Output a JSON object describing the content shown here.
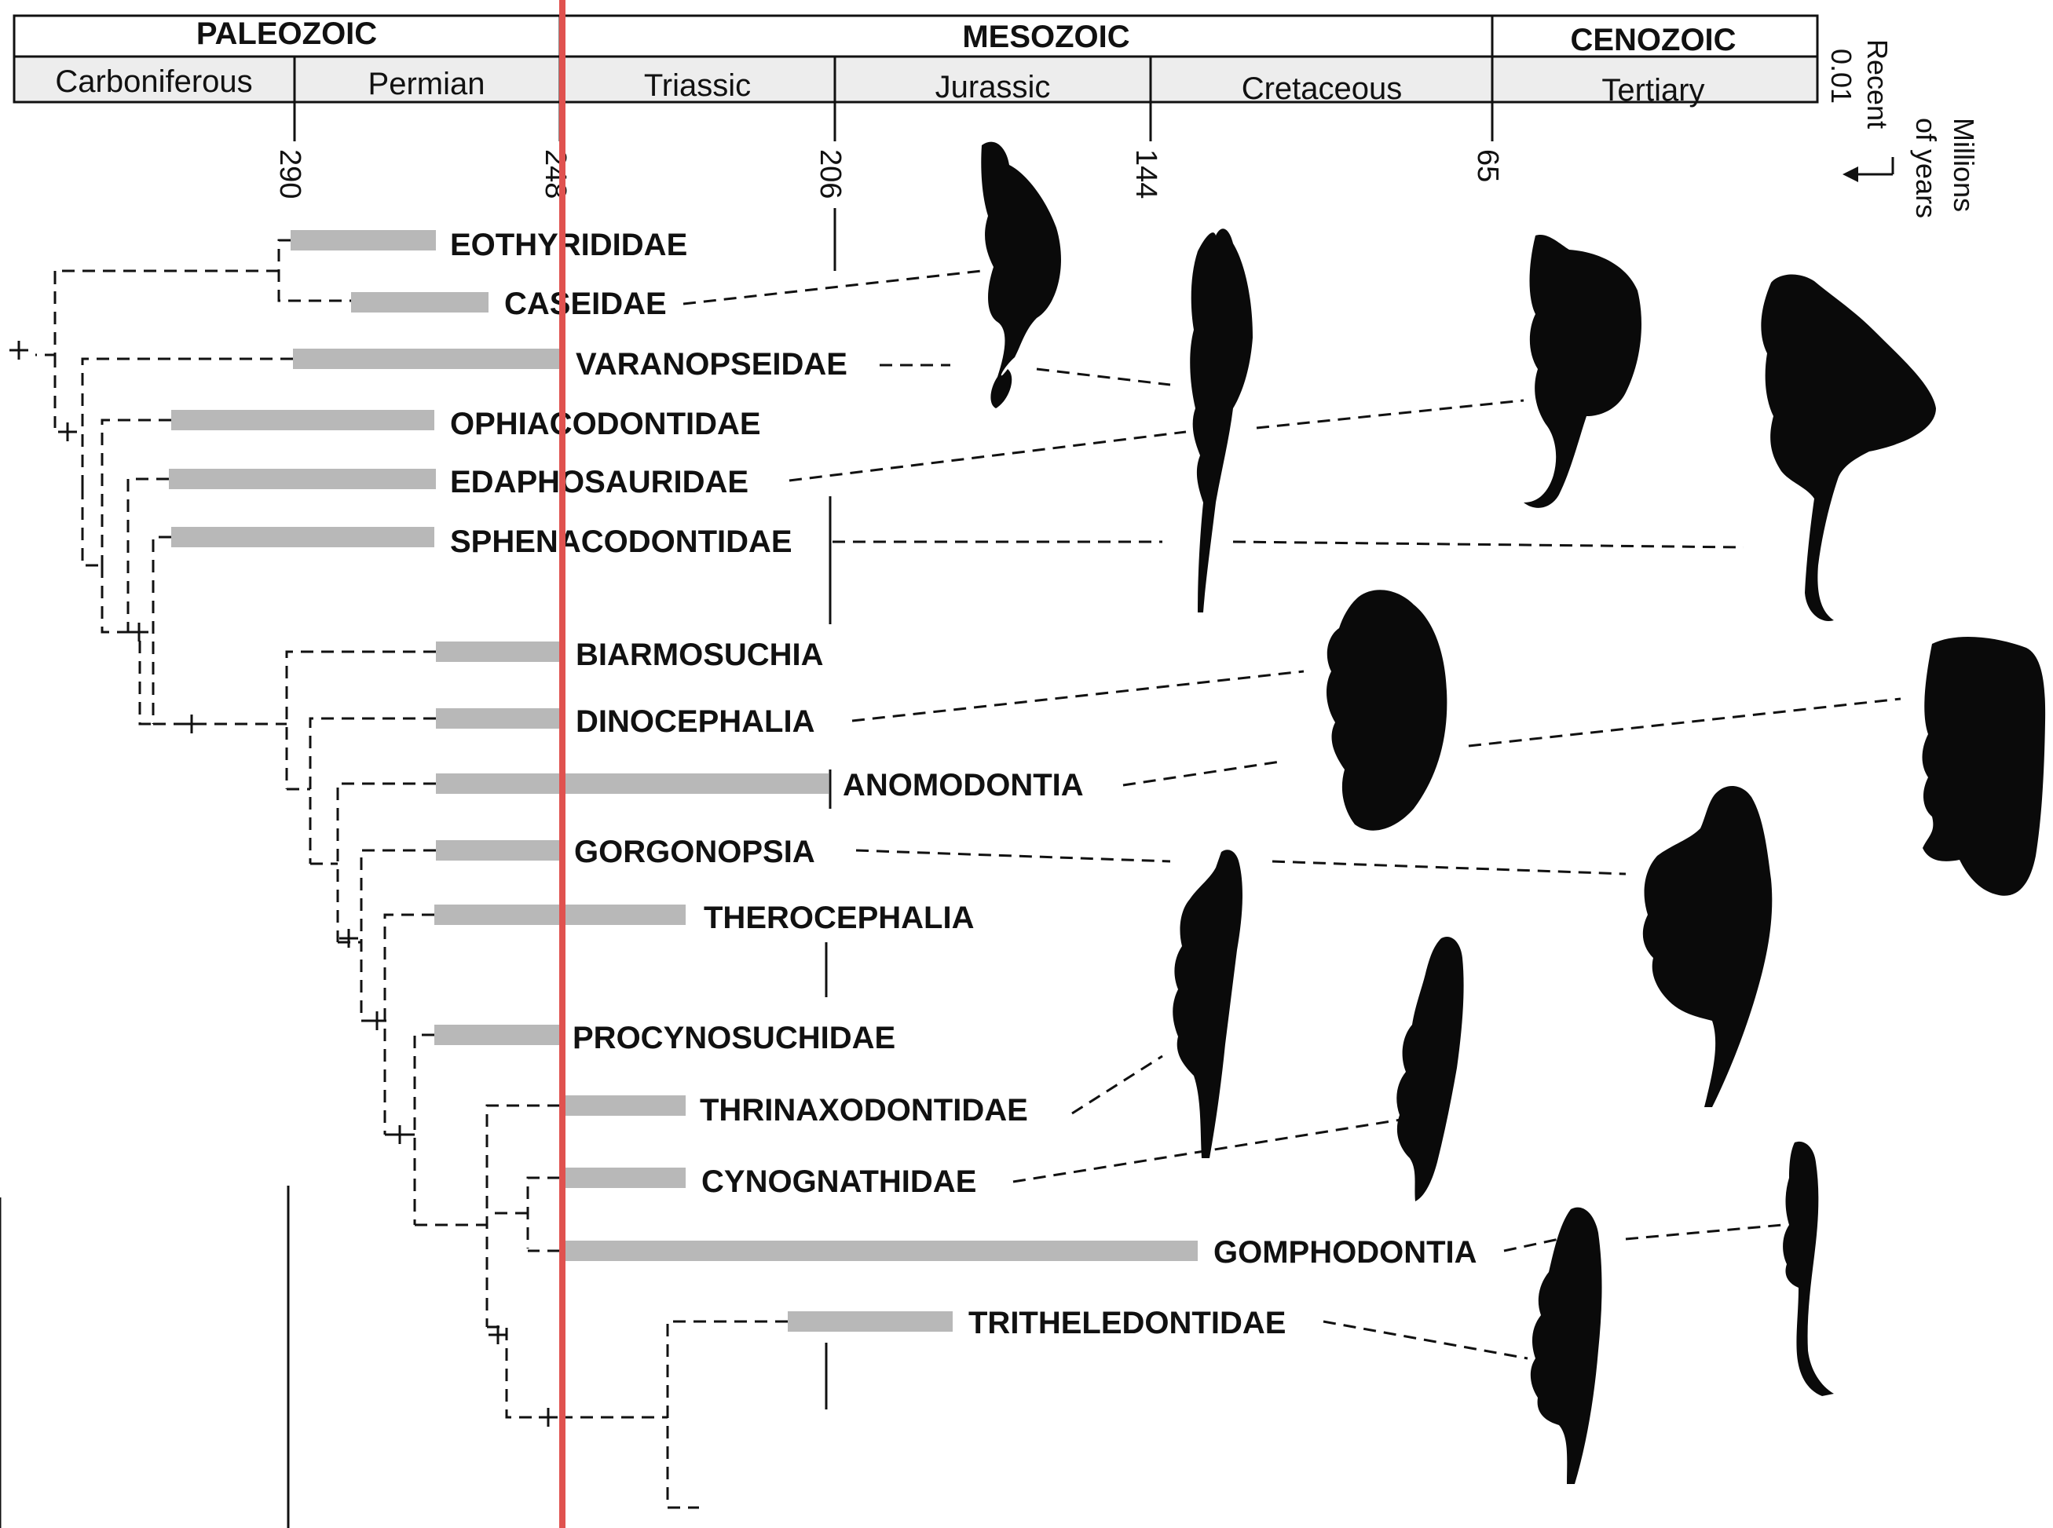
{
  "eras": [
    {
      "label": "PALEOZOIC"
    },
    {
      "label": "MESOZOIC"
    },
    {
      "label": "CENOZOIC"
    }
  ],
  "periods": [
    {
      "label": "Carboniferous"
    },
    {
      "label": "Permian"
    },
    {
      "label": "Triassic"
    },
    {
      "label": "Jurassic"
    },
    {
      "label": "Cretaceous"
    },
    {
      "label": "Tertiary"
    }
  ],
  "ages": [
    {
      "label": "290"
    },
    {
      "label": "248"
    },
    {
      "label": "206"
    },
    {
      "label": "144"
    },
    {
      "label": "65"
    }
  ],
  "recent": {
    "label": "Recent",
    "value": "0.01"
  },
  "time_unit": {
    "line1": "Millions",
    "line2": "of years"
  },
  "taxa": [
    {
      "label": "EOTHYRIDIDAE"
    },
    {
      "label": "CASEIDAE"
    },
    {
      "label": "VARANOPSEIDAE"
    },
    {
      "label": "OPHIACODONTIDAE"
    },
    {
      "label": "EDAPHOSAURIDAE"
    },
    {
      "label": "SPHENACODONTIDAE"
    },
    {
      "label": "BIARMOSUCHIA"
    },
    {
      "label": "DINOCEPHALIA"
    },
    {
      "label": "ANOMODONTIA"
    },
    {
      "label": "GORGONOPSIA"
    },
    {
      "label": "THEROCEPHALIA"
    },
    {
      "label": "PROCYNOSUCHIDAE"
    },
    {
      "label": "THRINAXODONTIDAE"
    },
    {
      "label": "CYNOGNATHIDAE"
    },
    {
      "label": "GOMPHODONTIA"
    },
    {
      "label": "TRITHELEDONTIDAE"
    }
  ],
  "colors": {
    "bar": "#b8b8b8",
    "ink": "#111111",
    "highlight_line": "#e0524f"
  }
}
